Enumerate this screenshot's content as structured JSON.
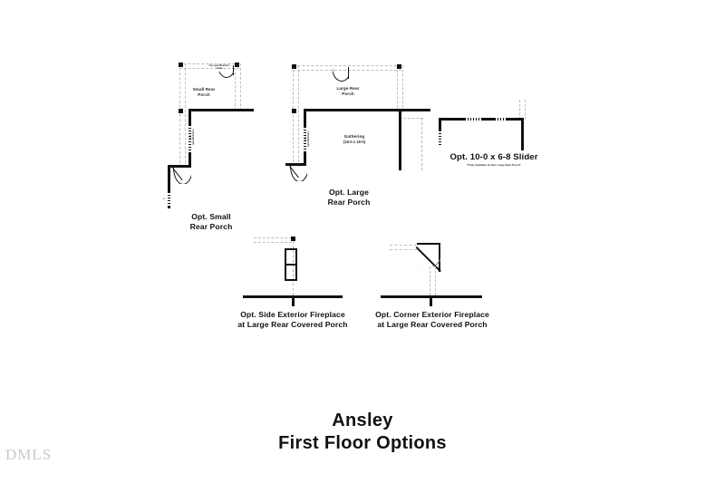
{
  "document": {
    "title_line_1": "Ansley",
    "title_line_2": "First Floor Options",
    "watermark": "DMLS",
    "background_color": "#ffffff",
    "ink_color": "#111111",
    "light_line_color": "#bdbdbd"
  },
  "options": [
    {
      "id": "small-rear-porch",
      "caption": "Opt. Small\nRear Porch",
      "room_label": "Small Rear\nPorch",
      "note": "See specifications\nsheet"
    },
    {
      "id": "large-rear-porch",
      "caption": "Opt. Large\nRear Porch",
      "room_label": "Large Rear\nPorch",
      "interior_room_label": "Gathering",
      "interior_room_dimensions": "(16-0 x 16-0)"
    },
    {
      "id": "slider",
      "caption": "Opt. 10-0 x 6-8 Slider",
      "caption_note": "*Only Available w/ Opt. Large Rear Porch*"
    },
    {
      "id": "side-exterior-fireplace",
      "caption": "Opt. Side Exterior Fireplace\nat Large Rear Covered Porch"
    },
    {
      "id": "corner-exterior-fireplace",
      "caption": "Opt. Corner Exterior Fireplace\nat Large Rear Covered Porch"
    }
  ],
  "annotations": {
    "wall_note_small_porch": "See\nspecifications",
    "wall_note_large_porch": "See\nspecifications"
  }
}
